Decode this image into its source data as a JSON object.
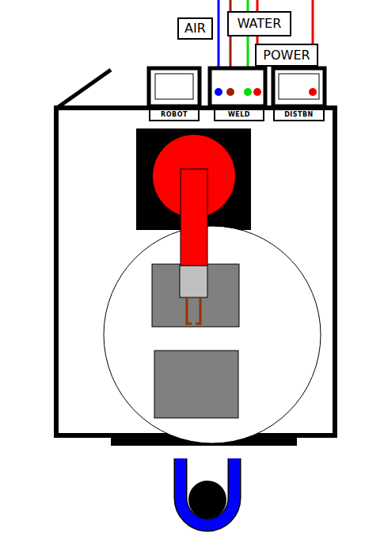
{
  "diagram": {
    "nodes": [
      {
        "text": [
          "AIR"
        ]
      },
      {
        "text": [
          "WATER"
        ]
      },
      {
        "text": [
          "POWER"
        ]
      },
      {
        "text": [
          "ROBOT"
        ]
      },
      {
        "text": [
          "WELD"
        ]
      },
      {
        "text": [
          "DISTBN"
        ]
      }
    ]
  }
}
